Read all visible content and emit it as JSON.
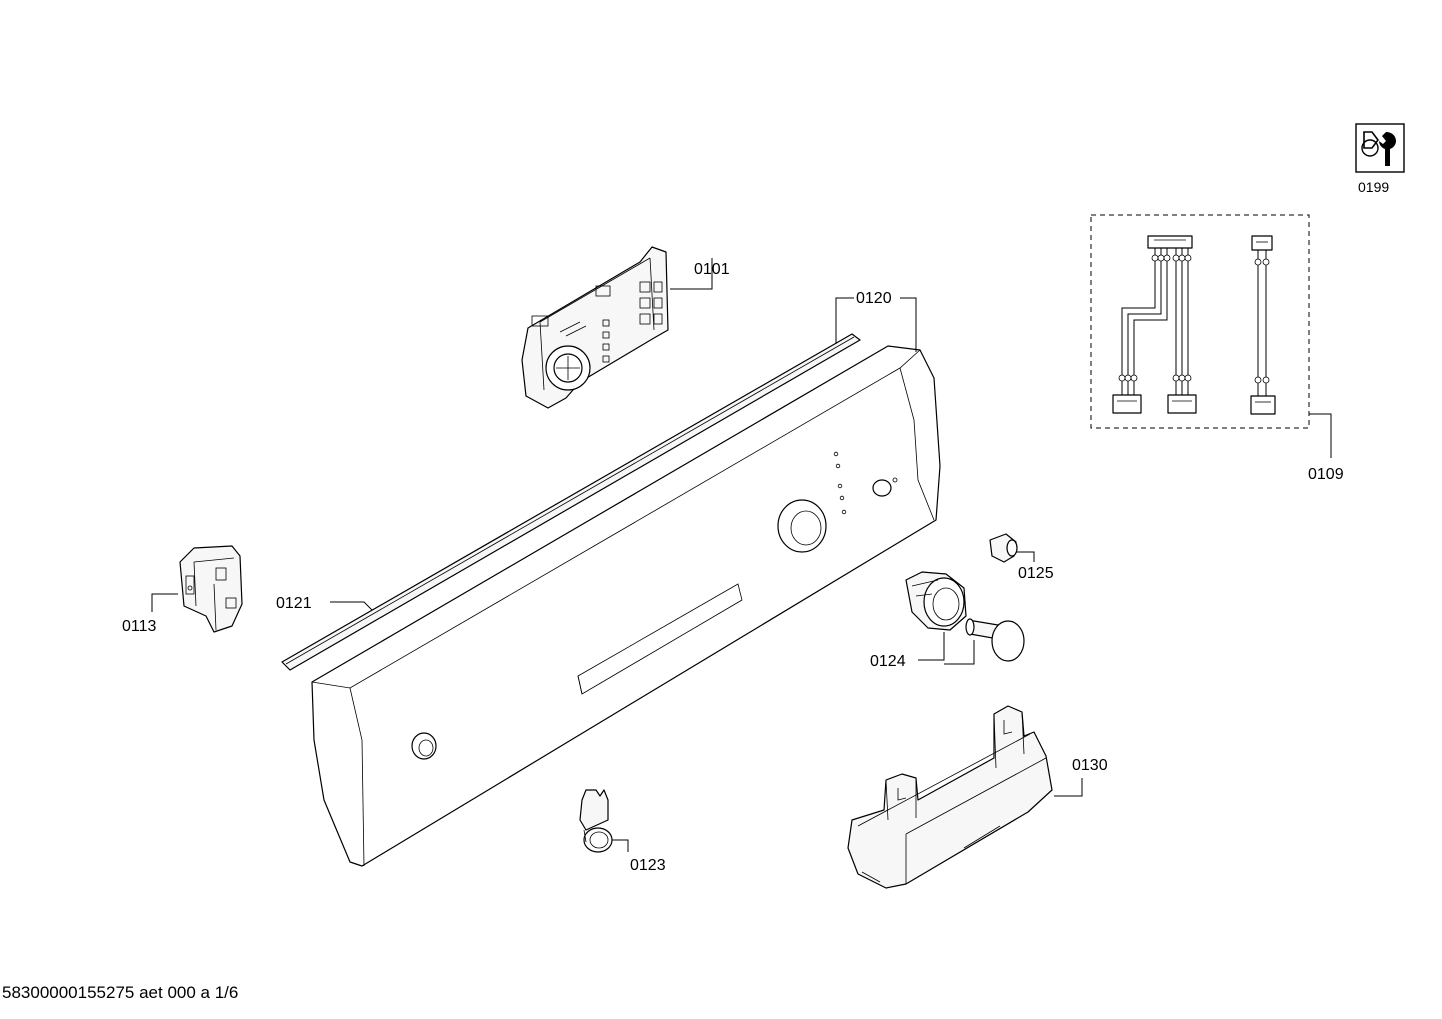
{
  "parts": [
    {
      "id": "0101",
      "name": "control-module"
    },
    {
      "id": "0120",
      "name": "control-panel-fascia"
    },
    {
      "id": "0121",
      "name": "trim-strip"
    },
    {
      "id": "0113",
      "name": "door-switch"
    },
    {
      "id": "0124",
      "name": "program-knob"
    },
    {
      "id": "0125",
      "name": "push-button"
    },
    {
      "id": "0123",
      "name": "on-off-button"
    },
    {
      "id": "0130",
      "name": "panel-bracket"
    },
    {
      "id": "0109",
      "name": "cable-harness-set"
    },
    {
      "id": "0199",
      "name": "service-tool-icon"
    }
  ],
  "footer": "58300000155275 aet 000 a 1/6"
}
